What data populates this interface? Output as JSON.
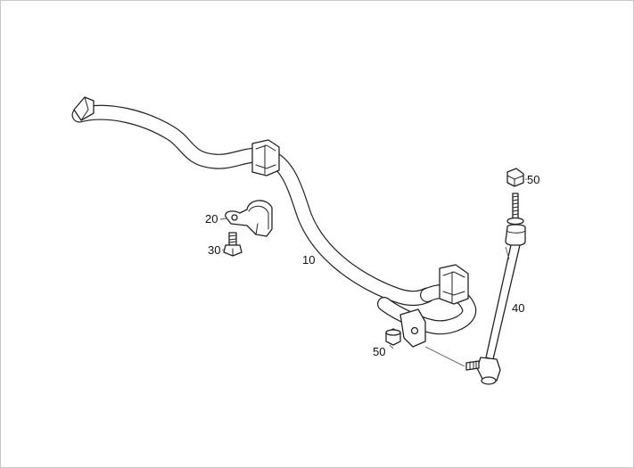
{
  "parts": [
    {
      "id": "bar",
      "number": "10"
    },
    {
      "id": "clamp",
      "number": "20"
    },
    {
      "id": "bolt",
      "number": "30"
    },
    {
      "id": "link",
      "number": "40"
    },
    {
      "id": "nut_top",
      "number": "50"
    },
    {
      "id": "nut_bottom",
      "number": "50"
    }
  ]
}
